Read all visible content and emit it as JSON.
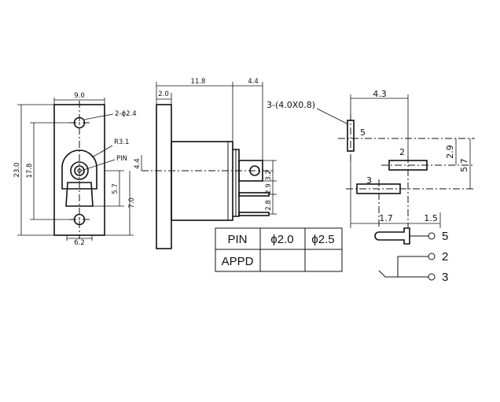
{
  "front_view": {
    "width_dim": "9.0",
    "hole_spec": "2-ϕ2.4",
    "radius": "R3.1",
    "pin_label": "PIN",
    "height_dim": "23.0",
    "hole_pitch_dim": "17.8",
    "dim_5_7": "5.7",
    "dim_7_0": "7.0",
    "bottom_dim": "6.2"
  },
  "side_view": {
    "length_dim": "11.8",
    "tail_dim": "4.4",
    "flange_dim": "2.0",
    "pin_offset_dim": "4.4",
    "tab_dim": "3.2",
    "dim_2_9": "2.9",
    "dim_2_8": "2.8"
  },
  "pin_table": {
    "header_label": "PIN",
    "col_a": "ϕ2.0",
    "col_b": "ϕ2.5",
    "row_label": "APPD"
  },
  "footprint": {
    "slot_spec": "3-(4.0X0.8)",
    "dim_4_3": "4.3",
    "dim_2_9": "2.9",
    "dim_5_7": "5.7",
    "dim_1_7": "1.7",
    "dim_1_5": "1.5",
    "pad_5": "5",
    "pad_2": "2",
    "pad_3": "3"
  },
  "schematic": {
    "pin_5": "5",
    "pin_2": "2",
    "pin_3": "3"
  }
}
